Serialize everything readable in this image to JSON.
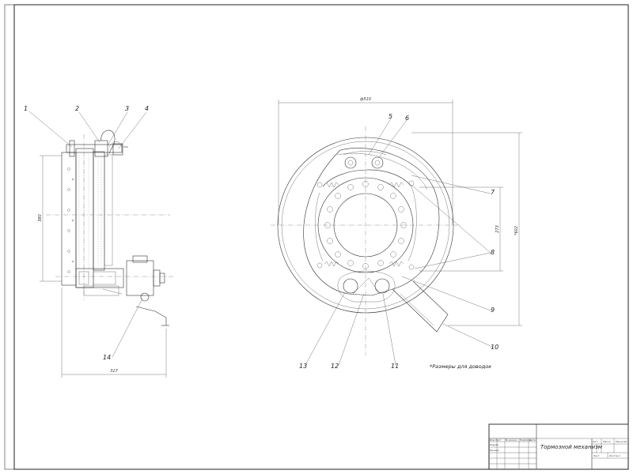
{
  "drawing": {
    "note": "*Размеры для доводок",
    "title": "Тормозной механизм",
    "callouts": {
      "c1": "1",
      "c2": "2",
      "c3": "3",
      "c4": "4",
      "c5": "5",
      "c6": "6",
      "c7": "7",
      "c8": "8",
      "c9": "9",
      "c10": "10",
      "c11": "11",
      "c12": "12",
      "c13": "13",
      "c14": "14"
    },
    "dimensions": {
      "diameter_top": "ф510",
      "height_left": "380",
      "width_bottom": "317",
      "inner_right": "273",
      "outer_right": "*602"
    }
  },
  "title_block": {
    "rows": {
      "r1": "Изм Лист",
      "r2": "№ докум.",
      "r3": "Подпись",
      "r4": "Дата",
      "developed": "Разраб.",
      "checked": "Провер."
    },
    "cols": {
      "lit": "Лит.",
      "mass": "Масса",
      "scale": "Масштаб",
      "sheet": "Лист",
      "sheets": "Листов 1"
    }
  },
  "colors": {
    "line": "#333333",
    "paper": "#ffffff"
  }
}
